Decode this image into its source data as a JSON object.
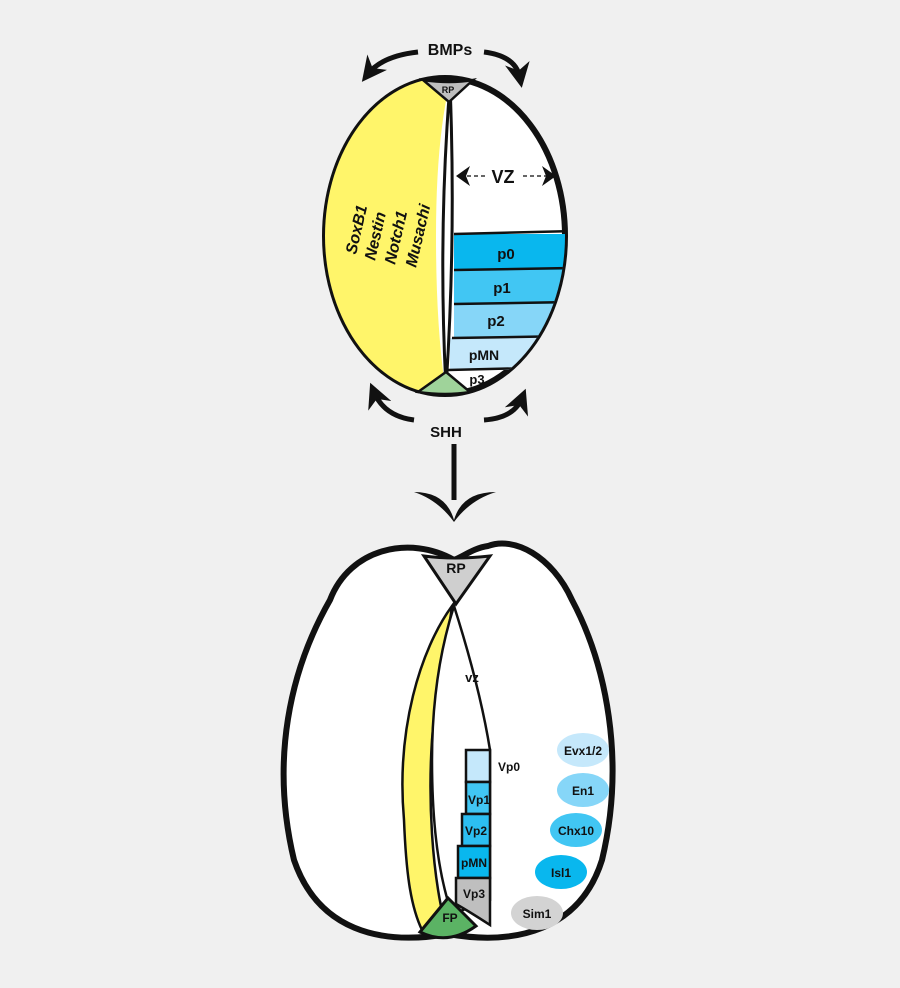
{
  "colors": {
    "background": "#f0f0f0",
    "yellow": "#fff56a",
    "cyan_dark": "#09b7ee",
    "cyan_mid": "#41c6f3",
    "cyan_light": "#86d6f8",
    "cyan_pale": "#c5e8fb",
    "floor_plate": "#9fd39a",
    "floor_plate_dark": "#5bb364",
    "roof_gray": "#bfbfbf",
    "sim_gray": "#d3d3d3"
  },
  "top": {
    "bmps_label": "BMPs",
    "shh_label": "SHH",
    "rp_label": "RP",
    "vz_label": "VZ",
    "markers": [
      "SoxB1",
      "Nestin",
      "Notch1",
      "Musachi"
    ],
    "domains": [
      "p0",
      "p1",
      "p2",
      "pMN",
      "p3"
    ]
  },
  "bottom": {
    "rp_label": "RP",
    "fp_label": "FP",
    "vz_label": "vz",
    "domains": [
      "Vp0",
      "Vp1",
      "Vp2",
      "pMN",
      "Vp3"
    ],
    "neurons": [
      "Evx1/2",
      "En1",
      "Chx10",
      "Isl1",
      "Sim1"
    ]
  }
}
